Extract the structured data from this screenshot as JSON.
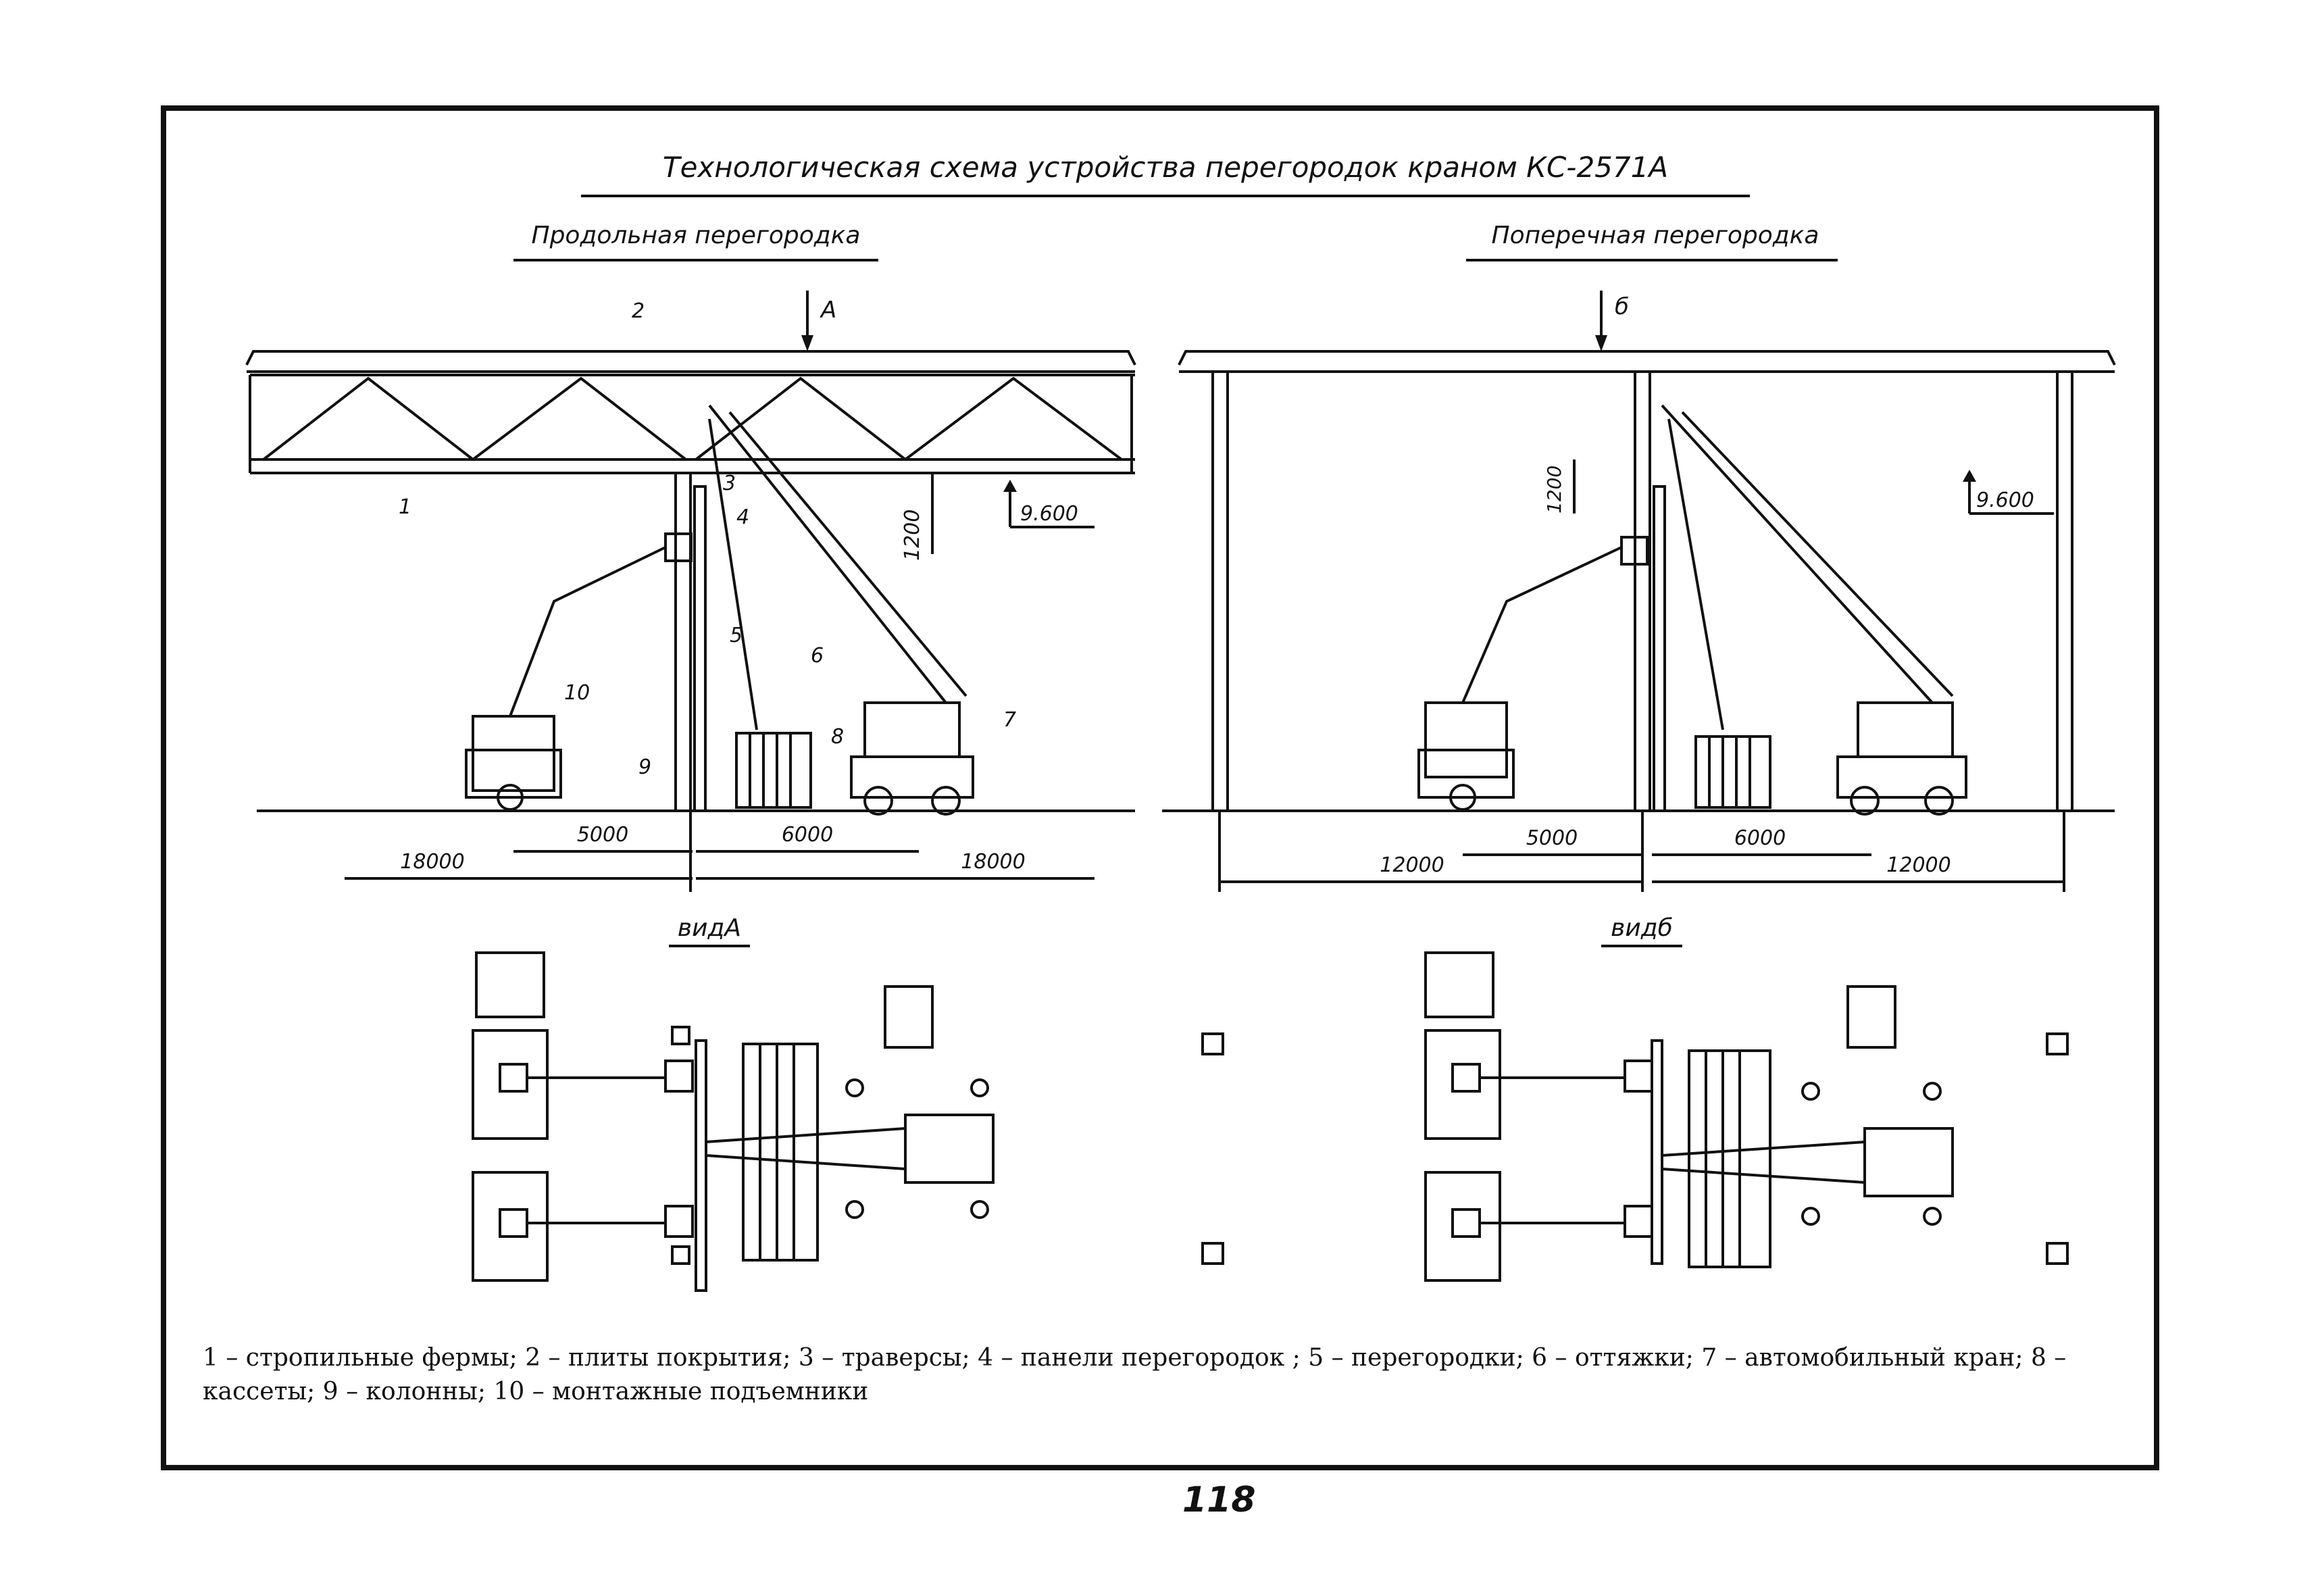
{
  "title": "Технологическая схема устройства перегородок краном КС-2571А",
  "left": {
    "heading": "Продольная перегородка",
    "arrow_label": "А",
    "elev": "9.600",
    "dim_vertical": "1200",
    "dims": {
      "d1": "5000",
      "d2": "6000",
      "d3": "18000",
      "d4": "18000"
    },
    "view_label": "видА"
  },
  "right": {
    "heading": "Поперечная перегородка",
    "arrow_label": "б",
    "elev": "9.600",
    "dim_vertical": "1200",
    "dims": {
      "d1": "5000",
      "d2": "6000",
      "d3": "12000",
      "d4": "12000"
    },
    "view_label": "видб"
  },
  "callouts": [
    "1",
    "2",
    "3",
    "4",
    "5",
    "6",
    "7",
    "8",
    "9",
    "10"
  ],
  "legend": "1 – стропильные фермы; 2 – плиты покрытия; 3 – траверсы; 4 – панели перегородок ; 5 – перегородки; 6 – оттяжки; 7 – автомобильный кран; 8 – кассеты; 9 – колонны; 10 – монтажные подъемники",
  "page_number": "118",
  "colors": {
    "ink": "#111111",
    "paper": "#ffffff"
  }
}
